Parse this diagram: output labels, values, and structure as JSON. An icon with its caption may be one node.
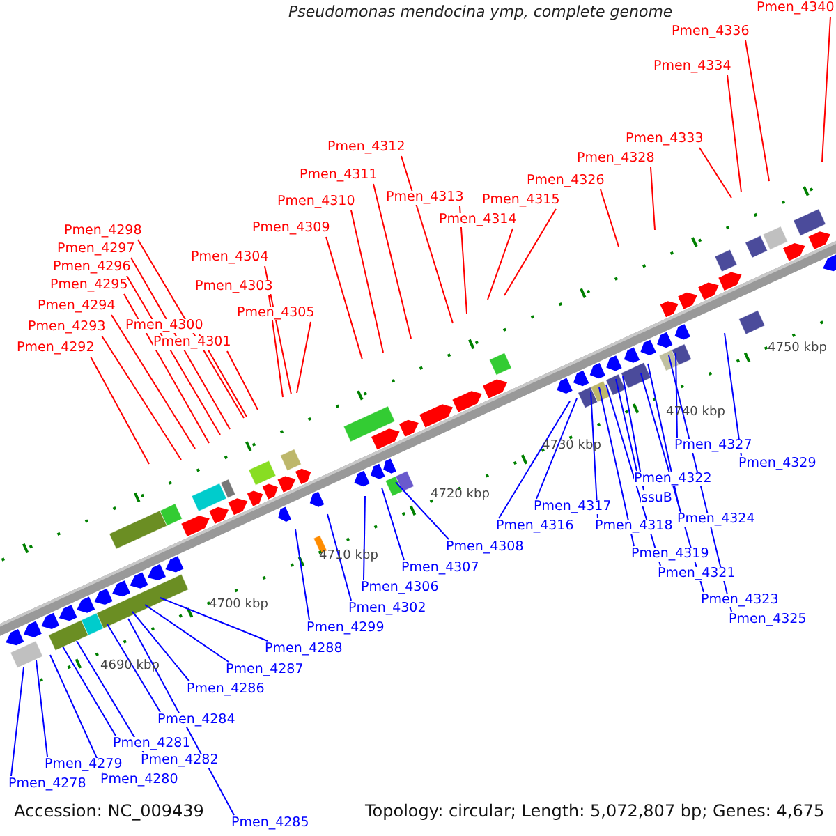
{
  "diagram": {
    "title": "Pseudomonas mendocina ymp, complete genome",
    "nodes": [
      {
        "text": [
          "Pmen_4340"
        ]
      },
      {
        "text": [
          "Pmen_4336"
        ]
      },
      {
        "text": [
          "Pmen_4334"
        ]
      },
      {
        "text": [
          "Pmen_4333"
        ]
      },
      {
        "text": [
          "Pmen_4312"
        ]
      },
      {
        "text": [
          "Pmen_4328"
        ]
      },
      {
        "text": [
          "Pmen_4311"
        ]
      },
      {
        "text": [
          "Pmen_4326"
        ]
      },
      {
        "text": [
          "Pmen_4310"
        ]
      },
      {
        "text": [
          "Pmen_4313"
        ]
      },
      {
        "text": [
          "Pmen_4315"
        ]
      },
      {
        "text": [
          "Pmen_4314"
        ]
      },
      {
        "text": [
          "Pmen_4309"
        ]
      },
      {
        "text": [
          "Pmen_4298"
        ]
      },
      {
        "text": [
          "Pmen_4297"
        ]
      },
      {
        "text": [
          "Pmen_4304"
        ]
      },
      {
        "text": [
          "Pmen_4296"
        ]
      },
      {
        "text": [
          "Pmen_4295"
        ]
      },
      {
        "text": [
          "Pmen_4303"
        ]
      },
      {
        "text": [
          "Pmen_4294"
        ]
      },
      {
        "text": [
          "Pmen_4305"
        ]
      },
      {
        "text": [
          "Pmen_4300"
        ]
      },
      {
        "text": [
          "Pmen_4293"
        ]
      },
      {
        "text": [
          "Pmen_4301"
        ]
      },
      {
        "text": [
          "Pmen_4292"
        ]
      },
      {
        "text": [
          "Pmen_4327"
        ]
      },
      {
        "text": [
          "Pmen_4329"
        ]
      },
      {
        "text": [
          "Pmen_4322"
        ]
      },
      {
        "text": [
          "ssuB"
        ]
      },
      {
        "text": [
          "Pmen_4317"
        ]
      },
      {
        "text": [
          "Pmen_4324"
        ]
      },
      {
        "text": [
          "Pmen_4316"
        ]
      },
      {
        "text": [
          "Pmen_4318"
        ]
      },
      {
        "text": [
          "Pmen_4308"
        ]
      },
      {
        "text": [
          "Pmen_4319"
        ]
      },
      {
        "text": [
          "Pmen_4307"
        ]
      },
      {
        "text": [
          "Pmen_4321"
        ]
      },
      {
        "text": [
          "Pmen_4306"
        ]
      },
      {
        "text": [
          "Pmen_4323"
        ]
      },
      {
        "text": [
          "Pmen_4302"
        ]
      },
      {
        "text": [
          "Pmen_4325"
        ]
      },
      {
        "text": [
          "Pmen_4299"
        ]
      },
      {
        "text": [
          "Pmen_4288"
        ]
      },
      {
        "text": [
          "Pmen_4287"
        ]
      },
      {
        "text": [
          "Pmen_4286"
        ]
      },
      {
        "text": [
          "Pmen_4284"
        ]
      },
      {
        "text": [
          "Pmen_4281"
        ]
      },
      {
        "text": [
          "Pmen_4282"
        ]
      },
      {
        "text": [
          "Pmen_4279"
        ]
      },
      {
        "text": [
          "Pmen_4280"
        ]
      },
      {
        "text": [
          "Pmen_4278"
        ]
      },
      {
        "text": [
          "Pmen_4285"
        ]
      }
    ],
    "edges": [
      {
        "from": 0,
        "to": null,
        "arrow": "none",
        "color": "#ff0000"
      },
      {
        "from": 1,
        "to": null,
        "arrow": "none",
        "color": "#ff0000"
      },
      {
        "from": 2,
        "to": null,
        "arrow": "none",
        "color": "#ff0000"
      },
      {
        "from": 3,
        "to": null,
        "arrow": "none",
        "color": "#ff0000"
      },
      {
        "from": 4,
        "to": null,
        "arrow": "none",
        "color": "#ff0000"
      },
      {
        "from": 5,
        "to": null,
        "arrow": "none",
        "color": "#ff0000"
      },
      {
        "from": 6,
        "to": null,
        "arrow": "none",
        "color": "#ff0000"
      },
      {
        "from": 7,
        "to": null,
        "arrow": "none",
        "color": "#ff0000"
      },
      {
        "from": 8,
        "to": null,
        "arrow": "none",
        "color": "#ff0000"
      },
      {
        "from": 9,
        "to": null,
        "arrow": "none",
        "color": "#ff0000"
      },
      {
        "from": 10,
        "to": null,
        "arrow": "none",
        "color": "#ff0000"
      },
      {
        "from": 11,
        "to": null,
        "arrow": "none",
        "color": "#ff0000"
      },
      {
        "from": 12,
        "to": null,
        "arrow": "none",
        "color": "#ff0000"
      },
      {
        "from": 13,
        "to": null,
        "arrow": "none",
        "color": "#ff0000"
      },
      {
        "from": 14,
        "to": null,
        "arrow": "none",
        "color": "#ff0000"
      },
      {
        "from": 15,
        "to": null,
        "arrow": "none",
        "color": "#ff0000"
      },
      {
        "from": 16,
        "to": null,
        "arrow": "none",
        "color": "#ff0000"
      },
      {
        "from": 17,
        "to": null,
        "arrow": "none",
        "color": "#ff0000"
      },
      {
        "from": 18,
        "to": null,
        "arrow": "none",
        "color": "#ff0000"
      },
      {
        "from": 19,
        "to": null,
        "arrow": "none",
        "color": "#ff0000"
      },
      {
        "from": 20,
        "to": null,
        "arrow": "none",
        "color": "#ff0000"
      },
      {
        "from": 21,
        "to": null,
        "arrow": "none",
        "color": "#ff0000"
      },
      {
        "from": 22,
        "to": null,
        "arrow": "none",
        "color": "#ff0000"
      },
      {
        "from": 23,
        "to": null,
        "arrow": "none",
        "color": "#ff0000"
      },
      {
        "from": 24,
        "to": null,
        "arrow": "none",
        "color": "#ff0000"
      },
      {
        "from": 25,
        "to": null,
        "arrow": "none"
      },
      {
        "from": 26,
        "to": null,
        "arrow": "none"
      },
      {
        "from": 27,
        "to": null,
        "arrow": "none"
      },
      {
        "from": 28,
        "to": null,
        "arrow": "none"
      },
      {
        "from": 29,
        "to": null,
        "arrow": "none"
      },
      {
        "from": 30,
        "to": null,
        "arrow": "none"
      },
      {
        "from": 31,
        "to": null,
        "arrow": "none"
      },
      {
        "from": 32,
        "to": null,
        "arrow": "none"
      },
      {
        "from": 33,
        "to": null,
        "arrow": "none"
      },
      {
        "from": 34,
        "to": null,
        "arrow": "none"
      },
      {
        "from": 35,
        "to": null,
        "arrow": "none"
      },
      {
        "from": 36,
        "to": null,
        "arrow": "none"
      },
      {
        "from": 37,
        "to": null,
        "arrow": "none"
      },
      {
        "from": 38,
        "to": null,
        "arrow": "none"
      },
      {
        "from": 39,
        "to": null,
        "arrow": "none"
      },
      {
        "from": 40,
        "to": null,
        "arrow": "none"
      },
      {
        "from": 41,
        "to": null,
        "arrow": "none"
      },
      {
        "from": 42,
        "to": null,
        "arrow": "none"
      },
      {
        "from": 43,
        "to": null,
        "arrow": "none"
      },
      {
        "from": 44,
        "to": null,
        "arrow": "none"
      },
      {
        "from": 45,
        "to": null,
        "arrow": "none"
      },
      {
        "from": 46,
        "to": null,
        "arrow": "none"
      },
      {
        "from": 47,
        "to": null,
        "arrow": "none"
      },
      {
        "from": 48,
        "to": null,
        "arrow": "none"
      },
      {
        "from": 49,
        "to": null,
        "arrow": "none"
      },
      {
        "from": 50,
        "to": null,
        "arrow": "none"
      },
      {
        "from": 51,
        "to": null,
        "arrow": "none"
      }
    ],
    "labels": [
      "4750 kbp",
      "4740 kbp",
      "4730 kbp",
      "4720 kbp",
      "4710 kbp",
      "4700 kbp",
      "4690 kbp",
      "Accession: NC_009439",
      "Topology: circular; Length: 5,072,807 bp; Genes: 4,675"
    ]
  }
}
